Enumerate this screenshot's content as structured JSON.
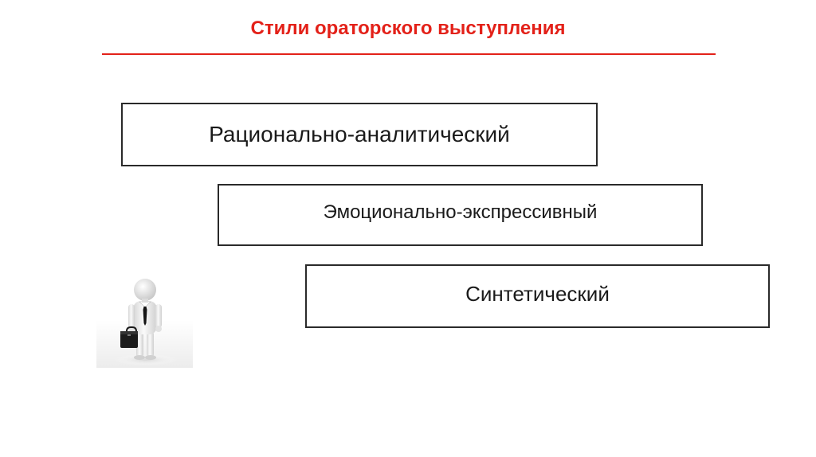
{
  "slide": {
    "title": "Стили ораторского выступления",
    "accent_color": "#e32119"
  },
  "styles": [
    {
      "label": "Рационально-аналитический"
    },
    {
      "label": "Эмоционально-экспрессивный"
    },
    {
      "label": "Синтетический"
    }
  ],
  "illustration": {
    "icon": "businessman-with-briefcase-icon"
  }
}
